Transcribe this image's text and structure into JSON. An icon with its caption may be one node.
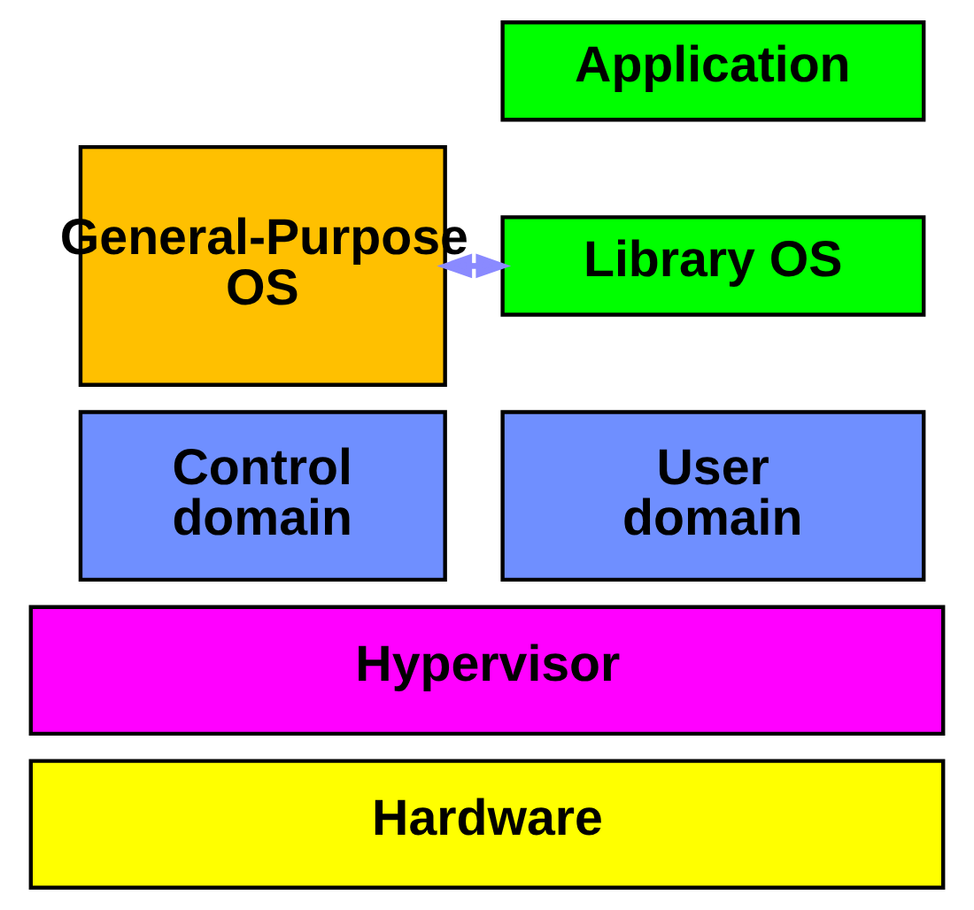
{
  "diagram": {
    "nodes": [
      {
        "text": [
          "General-Purpose OS"
        ]
      },
      {
        "text": [
          "Control domain"
        ]
      },
      {
        "text": [
          "Application"
        ]
      },
      {
        "text": [
          "Library OS"
        ]
      },
      {
        "text": [
          "User domain"
        ]
      },
      {
        "text": [
          "Hypervisor"
        ]
      },
      {
        "text": [
          "Hardware"
        ]
      }
    ],
    "edges": [
      {
        "from": 0,
        "to": 3,
        "arrow": "both",
        "color": "#8a8aff"
      }
    ]
  }
}
